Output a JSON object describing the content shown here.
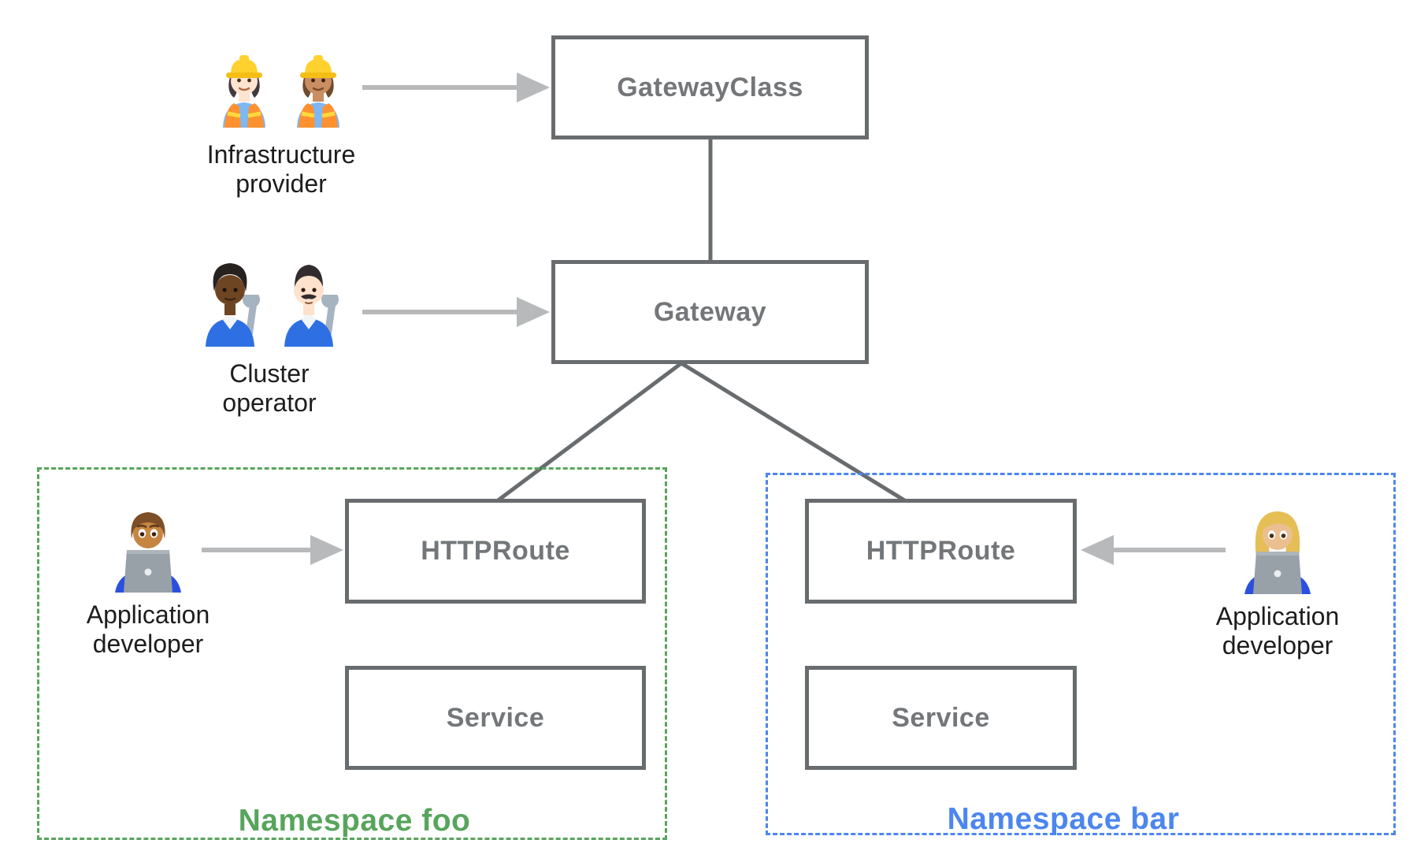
{
  "colors": {
    "node_border": "#696c6e",
    "node_text": "#747779",
    "arrow": "#b7b9bb",
    "persona_text": "#1d1d1f",
    "namespace_foo": "#57a55c",
    "namespace_bar": "#4c86ee"
  },
  "nodes": {
    "gateway_class": {
      "label": "GatewayClass"
    },
    "gateway": {
      "label": "Gateway"
    },
    "httproute_foo": {
      "label": "HTTPRoute"
    },
    "service_foo": {
      "label": "Service"
    },
    "httproute_bar": {
      "label": "HTTPRoute"
    },
    "service_bar": {
      "label": "Service"
    }
  },
  "namespaces": {
    "foo": {
      "label": "Namespace foo"
    },
    "bar": {
      "label": "Namespace bar"
    }
  },
  "personas": {
    "infrastructure_provider": {
      "label": "Infrastructure provider",
      "icons": [
        "woman-construction-worker-light-skin-emoji",
        "woman-construction-worker-medium-skin-emoji"
      ]
    },
    "cluster_operator": {
      "label": "Cluster operator",
      "icons": [
        "mechanic-dark-skin-emoji",
        "man-mechanic-light-skin-emoji"
      ]
    },
    "application_developer_foo": {
      "label": "Application developer",
      "icons": [
        "man-technologist-medium-skin-emoji"
      ]
    },
    "application_developer_bar": {
      "label": "Application developer",
      "icons": [
        "woman-technologist-medium-light-skin-emoji"
      ]
    }
  }
}
